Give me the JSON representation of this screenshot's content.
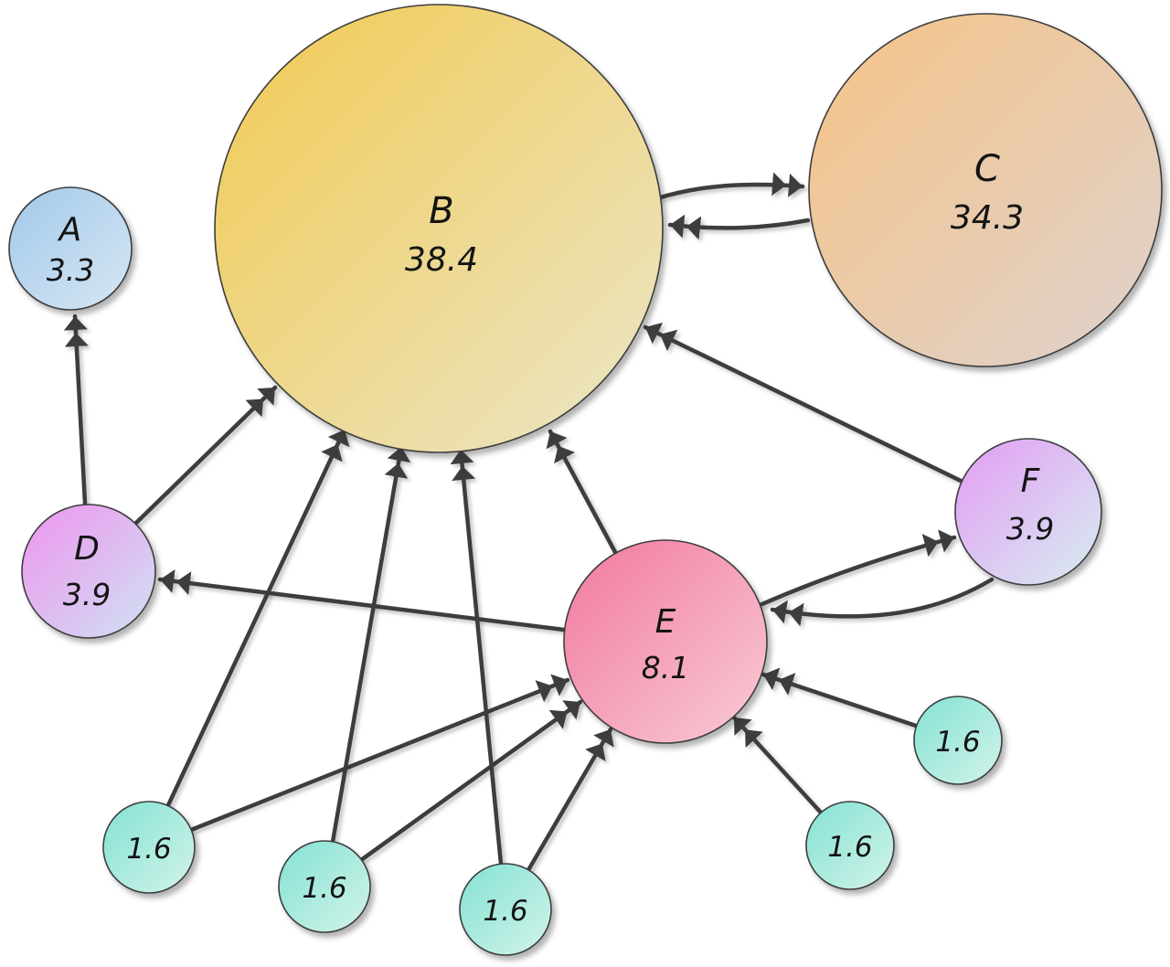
{
  "colors": {
    "arrow": "#3d3d3d",
    "background": "#ffffff",
    "node_stroke": "#3e3e3e"
  },
  "nodes": [
    {
      "id": "A",
      "label": "A",
      "value": "3.3",
      "c1": "#a3c9e9",
      "c2": "#d6e7f4"
    },
    {
      "id": "B",
      "label": "B",
      "value": "38.4",
      "c1": "#f2ca52",
      "c2": "#eae6c9"
    },
    {
      "id": "C",
      "label": "C",
      "value": "34.3",
      "c1": "#f6c386",
      "c2": "#ded2ce"
    },
    {
      "id": "D",
      "label": "D",
      "value": "3.9",
      "c1": "#ee94ee",
      "c2": "#cfe2f3"
    },
    {
      "id": "E",
      "label": "E",
      "value": "8.1",
      "c1": "#f2789e",
      "c2": "#f8ccd5"
    },
    {
      "id": "F",
      "label": "F",
      "value": "3.9",
      "c1": "#e29cf4",
      "c2": "#d7eef0"
    },
    {
      "id": "s1",
      "label": "",
      "value": "1.6",
      "c1": "#83e2d4",
      "c2": "#d3f3e9"
    },
    {
      "id": "s2",
      "label": "",
      "value": "1.6",
      "c1": "#83e2d4",
      "c2": "#d3f3e9"
    },
    {
      "id": "s3",
      "label": "",
      "value": "1.6",
      "c1": "#83e2d4",
      "c2": "#d3f3e9"
    },
    {
      "id": "s4",
      "label": "",
      "value": "1.6",
      "c1": "#83e2d4",
      "c2": "#d3f3e9"
    },
    {
      "id": "s5",
      "label": "",
      "value": "1.6",
      "c1": "#83e2d4",
      "c2": "#d3f3e9"
    }
  ],
  "edges": [
    {
      "from": "B",
      "to": "C"
    },
    {
      "from": "C",
      "to": "B"
    },
    {
      "from": "D",
      "to": "A"
    },
    {
      "from": "D",
      "to": "B"
    },
    {
      "from": "E",
      "to": "B"
    },
    {
      "from": "E",
      "to": "D"
    },
    {
      "from": "E",
      "to": "F"
    },
    {
      "from": "F",
      "to": "B"
    },
    {
      "from": "F",
      "to": "E"
    },
    {
      "from": "s1",
      "to": "B"
    },
    {
      "from": "s1",
      "to": "E"
    },
    {
      "from": "s2",
      "to": "B"
    },
    {
      "from": "s2",
      "to": "E"
    },
    {
      "from": "s3",
      "to": "B"
    },
    {
      "from": "s3",
      "to": "E"
    },
    {
      "from": "s4",
      "to": "E"
    },
    {
      "from": "s5",
      "to": "E"
    }
  ]
}
